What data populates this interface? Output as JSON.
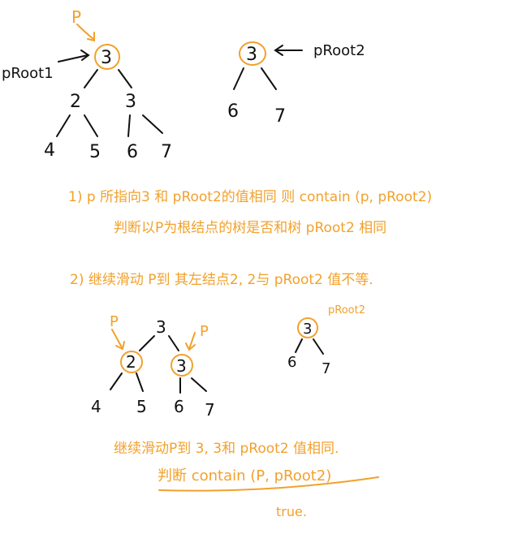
{
  "colors": {
    "ink": "#111111",
    "accent": "#f2a12c"
  },
  "tree1": {
    "root": "3",
    "pointer_p": "P",
    "pointer_root": "pRoot1",
    "level1": [
      "2",
      "3"
    ],
    "level2": [
      "4",
      "5",
      "6",
      "7"
    ]
  },
  "tree2": {
    "root": "3",
    "pointer_root": "pRoot2",
    "children": [
      "6",
      "7"
    ]
  },
  "step1": {
    "line1": "1) p 所指向3 和 pRoot2的值相同 则 contain (p, pRoot2)",
    "line2": "判断以P为根结点的树是否和树 pRoot2 相同"
  },
  "step2": {
    "line1": "2) 继续滑动 P到 其左结点2, 2与 pRoot2 值不等."
  },
  "tree3": {
    "root": "3",
    "pointer_left": "P",
    "pointer_right": "P",
    "level1": [
      "2",
      "3"
    ],
    "level2": [
      "4",
      "5",
      "6",
      "7"
    ]
  },
  "tree4": {
    "root": "3",
    "label": "pRoot2",
    "children": [
      "6",
      "7"
    ]
  },
  "step3": {
    "line1": "继续滑动P到 3, 3和 pRoot2 值相同.",
    "line2": "判断 contain (P, pRoot2)",
    "result": "true."
  }
}
